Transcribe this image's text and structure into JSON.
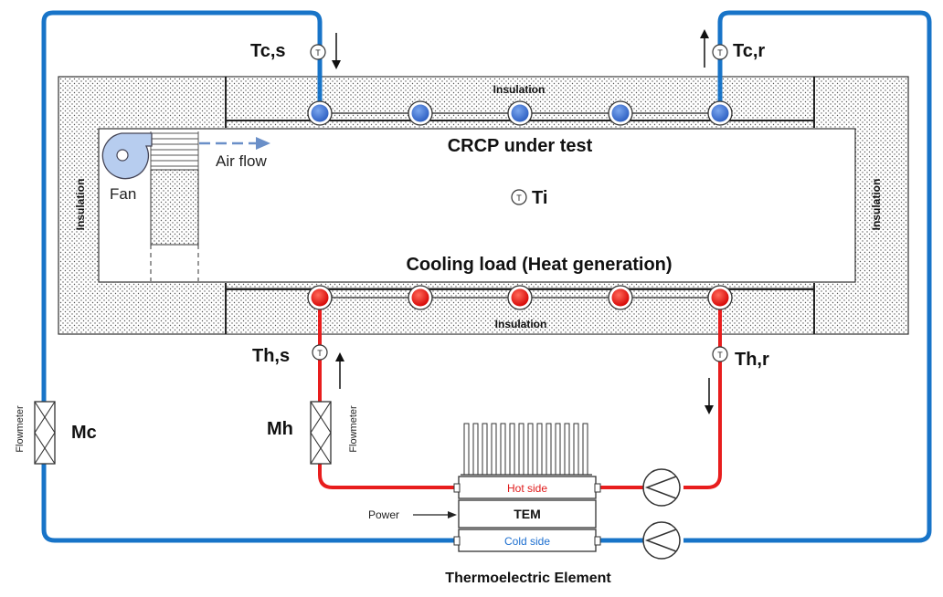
{
  "labels": {
    "tc_s": "Tc,s",
    "tc_r": "Tc,r",
    "th_s": "Th,s",
    "th_r": "Th,r",
    "ti": "Ti",
    "crcp": "CRCP under test",
    "cooling_load": "Cooling load (Heat generation)",
    "insulation_top": "Insulation",
    "insulation_bottom": "Insulation",
    "insulation_left": "Insulation",
    "insulation_right": "Insulation",
    "fan": "Fan",
    "air_flow": "Air flow",
    "mc": "Mc",
    "mh": "Mh",
    "flowmeter_left": "Flowmeter",
    "flowmeter_right": "Flowmeter",
    "hot_side": "Hot side",
    "tem": "TEM",
    "cold_side": "Cold side",
    "power": "Power",
    "thermoelectric": "Thermoelectric Element",
    "sensor_symbol": "T"
  },
  "colors": {
    "cold_pipe": "#1874c8",
    "hot_pipe": "#e81d1d",
    "cold_node": "#3a6fd0",
    "hot_node": "#e81010",
    "fan": "#b7cdef"
  }
}
